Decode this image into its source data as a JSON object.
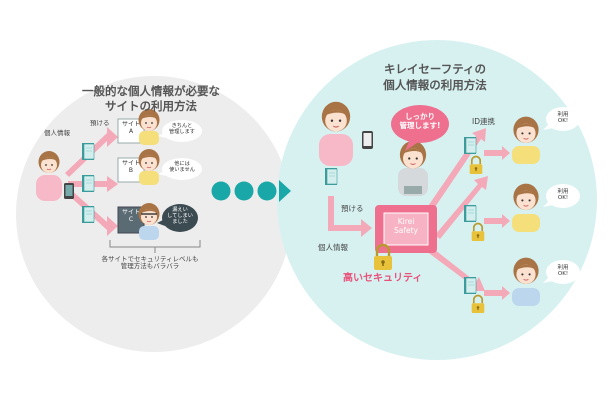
{
  "left": {
    "title": [
      "一般的な個人情報が必要な",
      "サイトの利用方法"
    ],
    "personal_info_label": "個人情報",
    "deposit_label": "預ける",
    "sites": [
      {
        "label": [
          "サイト",
          "A"
        ],
        "bubble": [
          "きちんと",
          "管理します"
        ]
      },
      {
        "label": [
          "サイト",
          "B"
        ],
        "bubble": [
          "他には",
          "使いません"
        ]
      },
      {
        "label": [
          "サイト",
          "C"
        ],
        "bubble": [
          "漏えい",
          "してしまい",
          "ました"
        ]
      }
    ],
    "note": [
      "各サイトでセキュリティレベルも",
      "管理方法もバラバラ"
    ]
  },
  "right": {
    "title": [
      "キレイセーフティの",
      "個人情報の利用方法"
    ],
    "speech": [
      "しっかり",
      "管理します!"
    ],
    "deposit_label": "預ける",
    "personal_info_label": "個人情報",
    "box_label": [
      "Kirei",
      "Safety"
    ],
    "id_link_label": "ID連携",
    "security_label": "高いセキュリティ",
    "ok_label": [
      "利用",
      "OK!"
    ]
  },
  "colors": {
    "left_circle": "#ededed",
    "right_circle": "#d7f1f1",
    "arrow_pink": "#f4a9b8",
    "accent_pink": "#e8527a",
    "teal": "#1aa7a7",
    "box_pink": "#ee6f8e",
    "lock_yellow": "#e8c23a",
    "shirt_pink": "#f7b9c8",
    "shirt_yellow": "#f5df7a",
    "shirt_blue": "#bcd6ee"
  },
  "icons": [
    "person-icon",
    "book-icon",
    "phone-icon",
    "lock-icon",
    "speech-bubble-icon",
    "operator-icon"
  ]
}
